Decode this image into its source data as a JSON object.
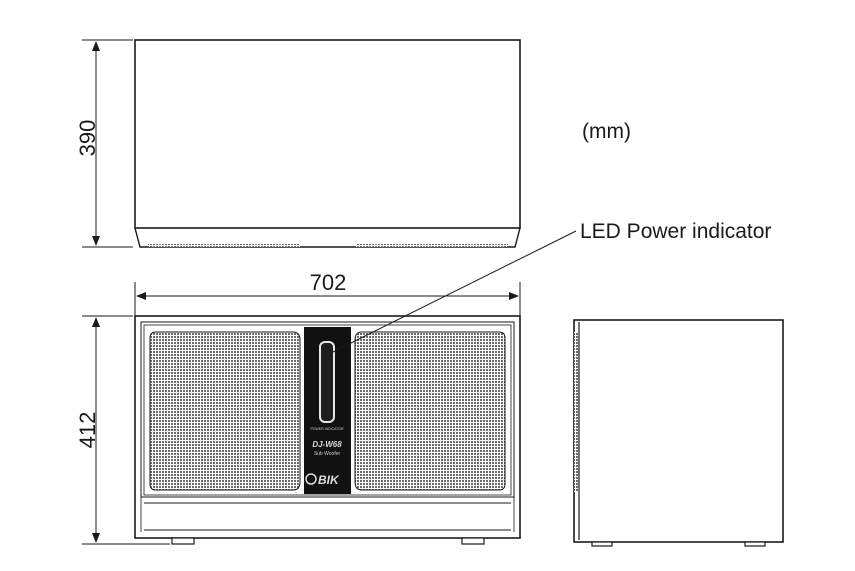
{
  "dimensions": {
    "depth": "390",
    "width": "702",
    "height": "412"
  },
  "unit_note": "(mm)",
  "callout": {
    "label": "LED Power indicator"
  },
  "product": {
    "model": "DJ-W68",
    "subtitle": "Sub Woofer",
    "panel_caption": "POWER INDICATOR",
    "brand": "BIK"
  },
  "colors": {
    "line": "#1a1a1a",
    "mesh": "#5a5a5a",
    "panel": "#111111"
  }
}
